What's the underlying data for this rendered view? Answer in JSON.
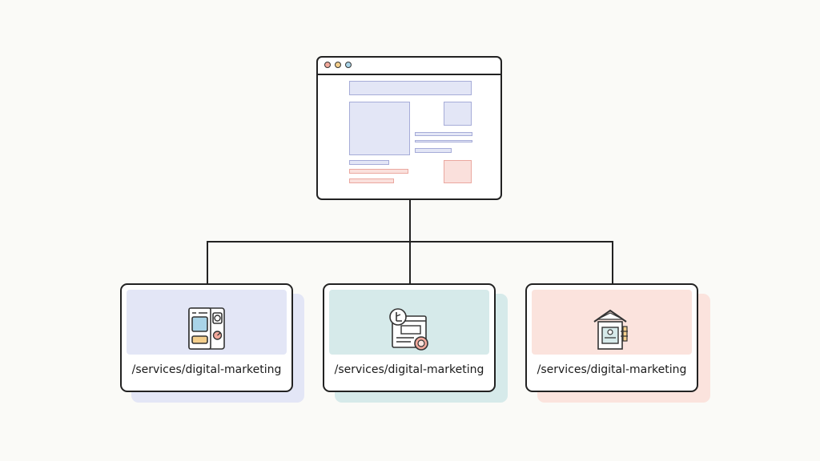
{
  "root": {
    "window_dots": [
      "#f2a99c",
      "#f4cf8c",
      "#a9d4e8"
    ],
    "wireframe_colors": {
      "blue": "#e3e6f6",
      "pink": "#fae0dc"
    }
  },
  "children": [
    {
      "label": "/services/digital-marketing",
      "accent": "#e3e6f6",
      "icon": "dashboard-icon"
    },
    {
      "label": "/services/digital-marketing",
      "accent": "#d6eaea",
      "icon": "analytics-window-icon"
    },
    {
      "label": "/services/digital-marketing",
      "accent": "#fbe3dd",
      "icon": "house-icon"
    }
  ]
}
